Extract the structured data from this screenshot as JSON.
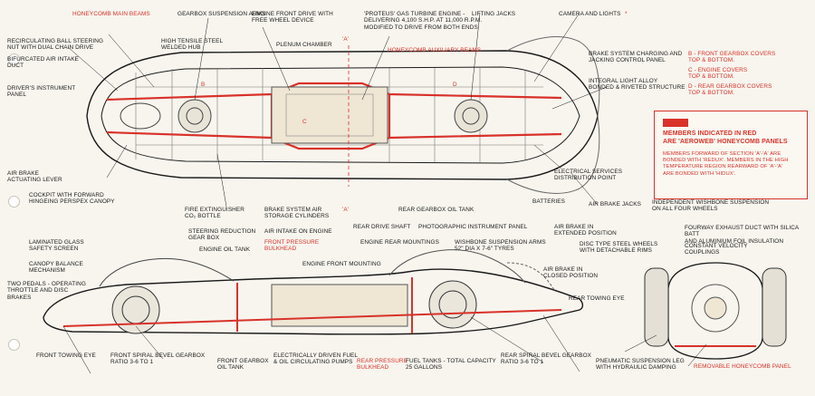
{
  "labels": {
    "honeycomb_main_beams": "HONEYCOMB MAIN BEAMS",
    "gearbox_suspension_arms": "GEARBOX SUSPENSION ARMS",
    "engine_front_drive": "ENGINE FRONT DRIVE WITH\nFREE WHEEL DEVICE",
    "section_a_top": "'A'",
    "proteus": "'PROTEUS' GAS TURBINE ENGINE -\nDELIVERING 4,100 S.H.P. AT 11,000 R.P.M.\nMODIFIED TO DRIVE FROM BOTH ENDS",
    "lifting_jacks": "LIFTING JACKS",
    "camera_lights": "CAMERA AND LIGHTS",
    "star": "*",
    "recirculating": "RECIRCULATING BALL STEERING\nNUT WITH DUAL CHAIN DRIVE",
    "high_tensile": "HIGH TENSILE STEEL\nWELDED HUB",
    "plenum": "PLENUM CHAMBER",
    "honeycomb_aux": "HONEYCOMB AUXILIARY BEAMS",
    "brake_charging": "BRAKE SYSTEM CHARGING AND\nJACKING CONTROL PANEL",
    "bifurcated": "BIFURCATED AIR INTAKE\nDUCT",
    "drivers_panel": "DRIVER'S INSTRUMENT\nPANEL",
    "integral_light": "INTEGRAL LIGHT ALLOY\nBONDED & RIVETED STRUCTURE",
    "air_brake_lever": "AIR BRAKE\nACTUATING LEVER",
    "cockpit": "COCKPIT WITH FORWARD\nHINGEING PERSPEX CANOPY",
    "fire_ext": "FIRE EXTINGUISHER\nCO₂ BOTTLE",
    "brake_air": "BRAKE SYSTEM AIR\nSTORAGE CYLINDERS",
    "section_a_bottom": "'A'",
    "rear_gearbox_oil": "REAR GEARBOX OIL TANK",
    "electrical": "ELECTRICAL SERVICES\nDISTRIBUTION POINT",
    "batteries": "BATTERIES",
    "air_brake_jacks": "AIR BRAKE JACKS",
    "laminated": "LAMINATED GLASS\nSAFETY SCREEN",
    "steering_reduction": "STEERING REDUCTION\nGEAR BOX",
    "air_intake_engine": "AIR INTAKE ON ENGINE",
    "rear_drive_shaft": "REAR DRIVE SHAFT",
    "photographic": "PHOTOGRAPHIC INSTRUMENT PANEL",
    "air_brake_extended": "AIR BRAKE IN\nEXTENDED POSITION",
    "independent": "INDEPENDENT WISHBONE SUSPENSION\nON ALL FOUR WHEELS",
    "engine_oil_tank": "ENGINE OIL TANK",
    "front_pressure": "FRONT PRESSURE\nBULKHEAD",
    "engine_rear_mount": "ENGINE REAR MOUNTINGS",
    "wishbone_arms": "WISHBONE SUSPENSION ARMS\n52\" DIA x 7-6\" TYRES",
    "fourway": "FOURWAY EXHAUST DUCT WITH SILICA BATT\nAND ALUMINIUM FOIL INSULATION",
    "canopy_balance": "CANOPY BALANCE\nMECHANISM",
    "disc_type": "DISC TYPE STEEL WHEELS\nWITH DETACHABLE RIMS",
    "constant_velocity": "CONSTANT VELOCITY\nCOUPLINGS",
    "engine_front_mount": "ENGINE FRONT MOUNTING",
    "two_pedals": "TWO PEDALS - OPERATING\nTHROTTLE AND DISC\nBRAKES",
    "air_brake_closed": "AIR BRAKE IN\nCLOSED POSITION",
    "rear_towing": "REAR TOWING EYE",
    "front_towing": "FRONT TOWING EYE",
    "front_spiral": "FRONT SPIRAL BEVEL GEARBOX\nRATIO 3-6 TO 1",
    "front_gearbox_oil": "FRONT GEARBOX\nOIL TANK",
    "electrically_driven": "ELECTRICALLY DRIVEN FUEL\n& OIL CIRCULATING PUMPS",
    "rear_pressure": "REAR PRESSURE\nBULKHEAD",
    "fuel_tanks": "FUEL TANKS - TOTAL CAPACITY\n25 GALLONS",
    "rear_spiral": "REAR SPIRAL BEVEL GEARBOX\nRATIO 3-6 TO 1",
    "pneumatic": "PNEUMATIC SUSPENSION LEG\nWITH HYDRAULIC DAMPING",
    "removable_panel": "REMOVABLE HONEYCOMB PANEL",
    "c_center": "C",
    "d_mark": "D",
    "b_mark": "B"
  },
  "notes": {
    "b": "B - FRONT GEARBOX COVERS\n      TOP & BOTTOM.",
    "c": "C - ENGINE COVERS\n      TOP & BOTTOM.",
    "d": "D - REAR GEARBOX COVERS\n      TOP & BOTTOM."
  },
  "legend": {
    "title": "MEMBERS INDICATED IN RED\nARE 'AEROWEB' HONEYCOMB PANELS",
    "body": "MEMBERS FORWARD OF SECTION 'A'-'A' ARE\nBONDED WITH 'REDUX'. MEMBERS IN THE HIGH\nTEMPERATURE REGION REARWARD OF 'A'-'A'\nARE BONDED WITH 'HIDUX'."
  },
  "colors": {
    "red": "#d8322a",
    "ink": "#1a1a1a",
    "paper": "#f7f5ee"
  }
}
